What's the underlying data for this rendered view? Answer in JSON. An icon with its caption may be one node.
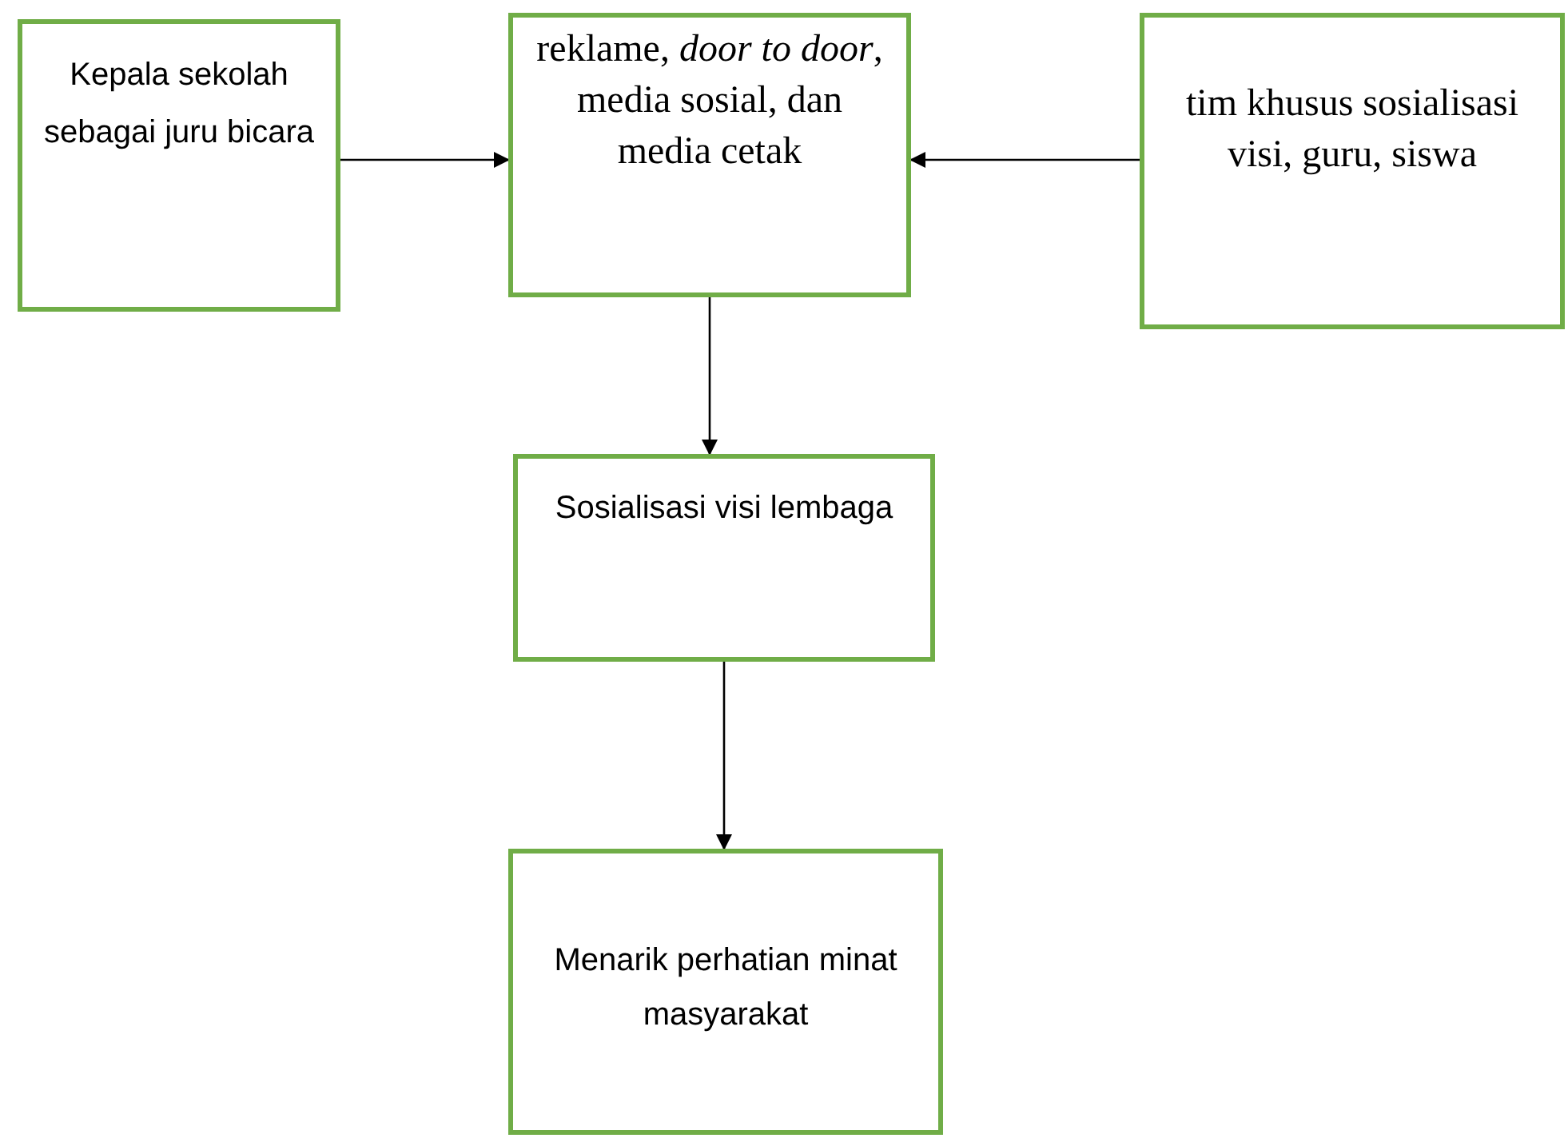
{
  "diagram": {
    "nodes": [
      {
        "text": [
          "Kepala sekolah sebagai juru bicara"
        ]
      },
      {
        "text": [
          "reklame, *door to door*, media sosial, dan media cetak"
        ]
      },
      {
        "text": [
          "tim khusus sosialisasi visi, guru, siswa"
        ]
      },
      {
        "text": [
          "Sosialisasi visi lembaga"
        ]
      },
      {
        "text": [
          "Menarik perhatian minat masyarakat"
        ]
      }
    ],
    "edges": [
      {
        "from": 0,
        "to": 1,
        "arrow": "to"
      },
      {
        "from": 2,
        "to": 1,
        "arrow": "to"
      },
      {
        "from": 1,
        "to": 3,
        "arrow": "to"
      },
      {
        "from": 3,
        "to": 4,
        "arrow": "to"
      }
    ]
  }
}
